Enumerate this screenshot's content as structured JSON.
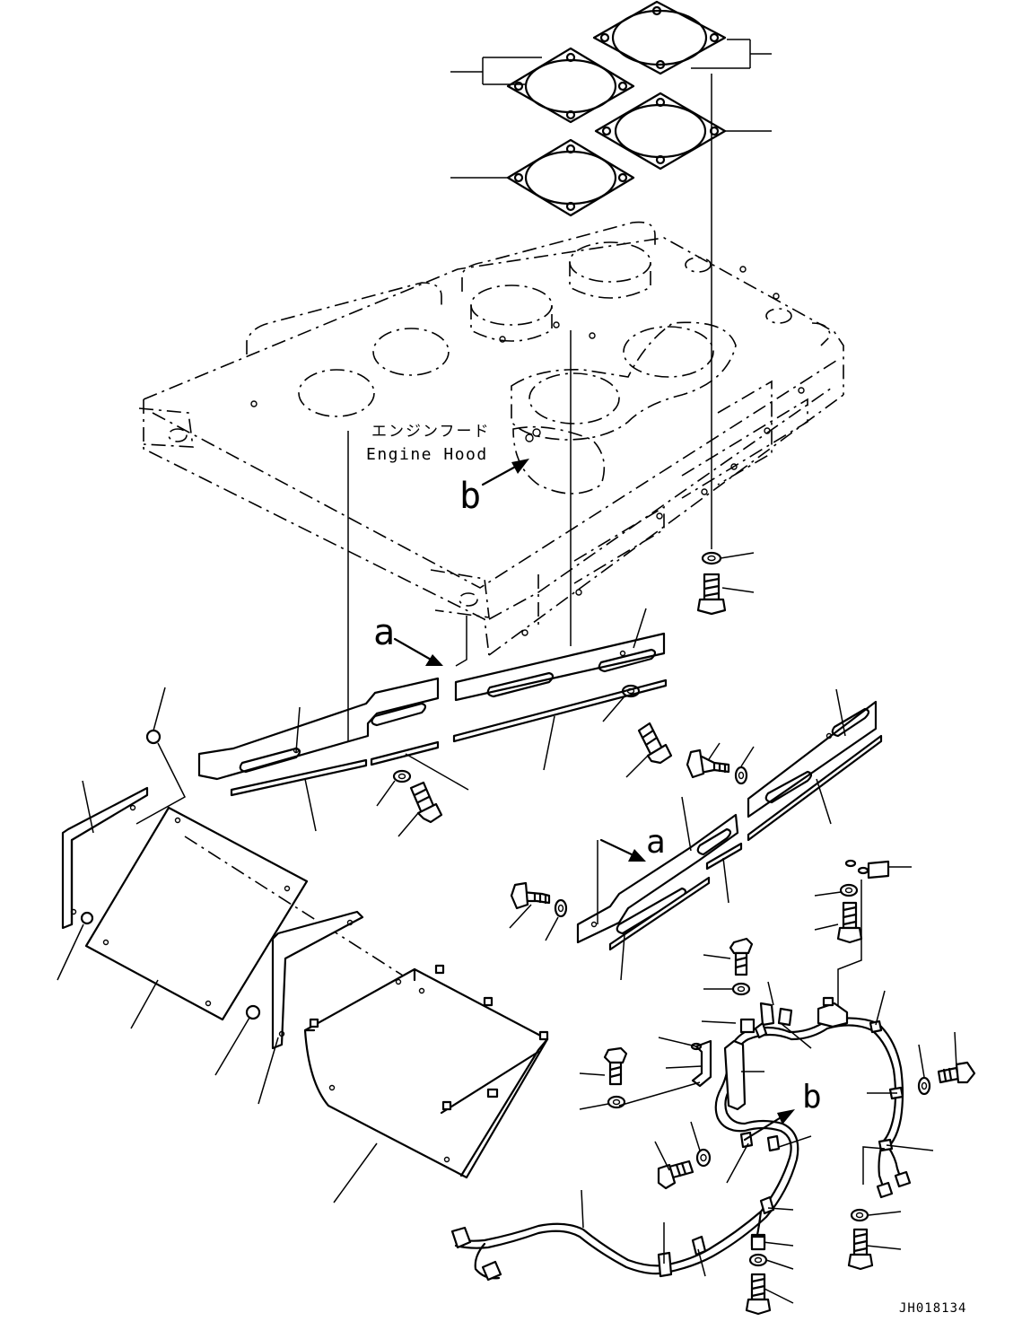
{
  "labels": {
    "engine_hood_jp": "エンジンフード",
    "engine_hood_en": "Engine Hood",
    "view_a": "a",
    "view_b": "b",
    "drawing_number": "JH018134"
  },
  "colors": {
    "line": "#000000",
    "background": "#ffffff"
  }
}
